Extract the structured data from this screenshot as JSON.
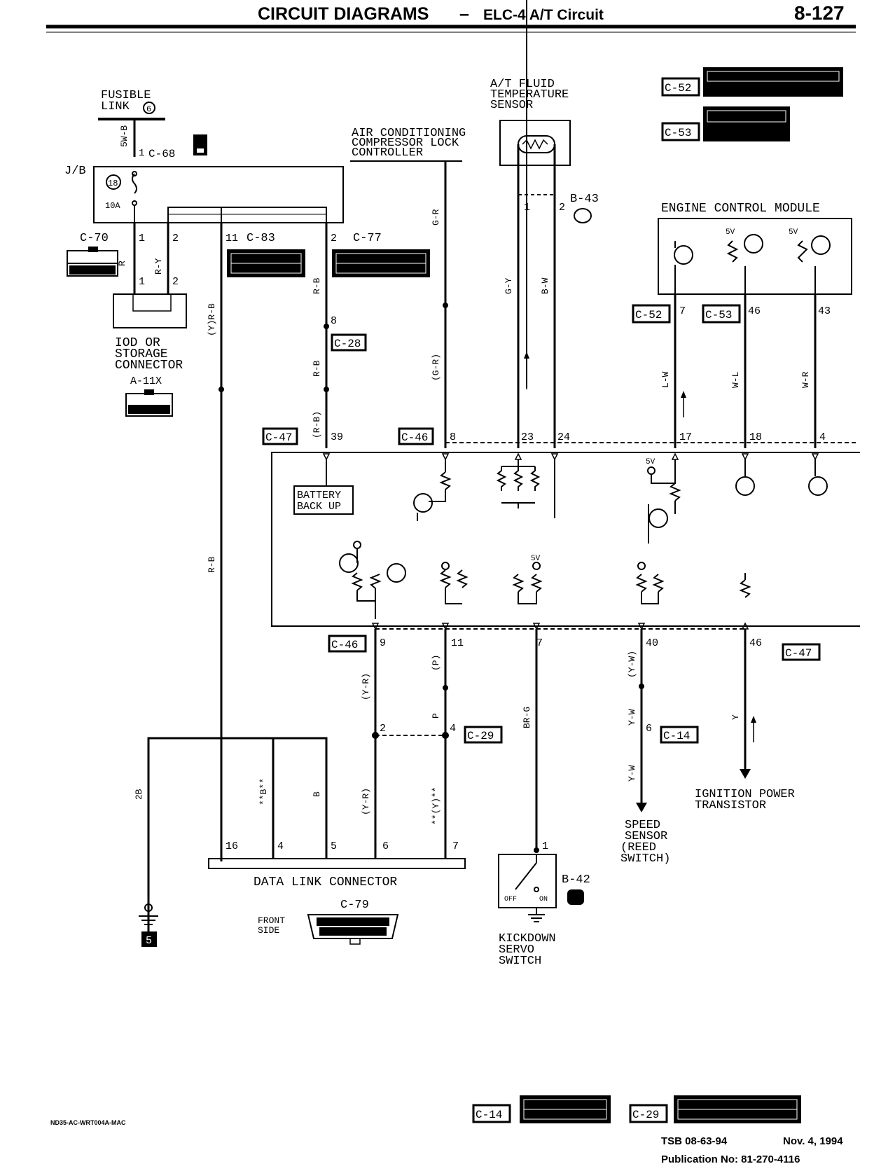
{
  "header": {
    "section": "CIRCUIT DIAGRAMS",
    "dash": "–",
    "circuit": "ELC-4 A/T Circuit",
    "page": "8-127"
  },
  "components": {
    "fusible_link": [
      "FUSIBLE",
      "LINK"
    ],
    "fusible_link_num": "6",
    "jb": "J/B",
    "fuse_num": "18",
    "fuse_amp": "10A",
    "c68": "C-68",
    "c70": "C-70",
    "c83": "C-83",
    "c77": "C-77",
    "iod": [
      "IOD OR",
      "STORAGE",
      "CONNECTOR"
    ],
    "iod_id": "A-11X",
    "ac": [
      "AIR CONDITIONING",
      "COMPRESSOR LOCK",
      "CONTROLLER"
    ],
    "atf": [
      "A/T FLUID",
      "TEMPERATURE",
      "SENSOR"
    ],
    "b43": "B-43",
    "ecm": "ENGINE CONTROL MODULE",
    "c52": "C-52",
    "c53": "C-53",
    "c28": "C-28",
    "c47": "C-47",
    "c46": "C-46",
    "c14": "C-14",
    "battery": [
      "BATTERY",
      "BACK UP"
    ],
    "dlc": "DATA LINK CONNECTOR",
    "c79": "C-79",
    "front": [
      "FRONT",
      "SIDE"
    ],
    "kickdown": [
      "KICKDOWN",
      "SERVO",
      "SWITCH"
    ],
    "b42": "B-42",
    "off_on": [
      "OFF",
      "ON"
    ],
    "speed": [
      "SPEED",
      "SENSOR",
      "(REED",
      "SWITCH)"
    ],
    "ign": [
      "IGNITION POWER",
      "TRANSISTOR"
    ],
    "ground_num": "5",
    "c29": "C-29",
    "c14b": "C-14",
    "c29b": "C-29"
  },
  "pins": {
    "p1": "1",
    "p2": "2",
    "p11": "11",
    "p8": "8",
    "p39": "39",
    "p23": "23",
    "p24": "24",
    "p7": "7",
    "p46": "46",
    "p43": "43",
    "p17": "17",
    "p18": "18",
    "p4": "4",
    "p9": "9",
    "p6": "6",
    "p5": "5",
    "p16": "16",
    "p40": "40"
  },
  "wires": {
    "sb": "5W-B",
    "r": "R",
    "ry": "R-Y",
    "rb": "R-B",
    "yrb": "(Y)R-B",
    "rb2": "R-B",
    "rbp": "(R-B)",
    "gr": "G-R",
    "grp": "(G-R)",
    "gy": "G-Y",
    "bw": "B-W",
    "lw": "L-W",
    "wl": "W-L",
    "wr": "W-R",
    "yr": "(Y-R)",
    "pp": "(P)",
    "p": "P",
    "brg": "BR-G",
    "ywp": "(Y-W)",
    "yw": "Y-W",
    "y": "Y",
    "b": "B",
    "bstar": "**B**",
    "yrp": "(Y-R)",
    "ystar": "**(Y)**",
    "gnd": "2B",
    "rb3": "R-B"
  },
  "footer": {
    "left_code": "ND35-AC-WRT004A-MAC",
    "tsb": "TSB 08-63-94",
    "date": "Nov. 4, 1994",
    "pub": "Publication No: 81-270-4116"
  }
}
